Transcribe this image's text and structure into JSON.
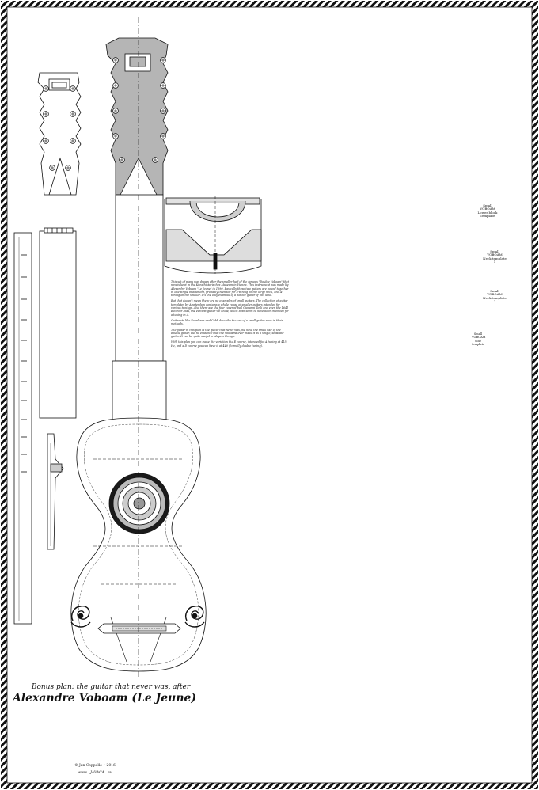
{
  "title": {
    "line1": "Bonus plan: the guitar that never was, after",
    "line2": "Alexandre Voboam (Le Jeune)"
  },
  "credit": {
    "copyright": "© Jan Coppelle • 2016",
    "website": "www . JAVACA . eu"
  },
  "notes": [
    "This set of plans was drawn after the smaller half of the famous \"Double Voboam\" that now is kept in the Kunsthistorisches Museum in Vienna. This instrument was made by Alexandre Voboam \"Le Jeune\" in 1690. Basically these two guitars are bound together in one single instrument, probably intended for 5-tuning on the large neck, and A-tuning on the smaller. It's the only example of a double guitar of this kind.",
    "But that doesn't mean there are no examples of small guitars. The collection of guitar templates by Amsterdam contains a whole range of smaller guitars intended for various tunings. Also there are the four covered ball Giovanni Tesli and even the 1641 Belchior Dias, the earliest guitar we know, which both seem to have been intended for a tuning in A.",
    "Guitarists like Fuenllana and Cobb describe the use of a small guitar seen in their methods.",
    "The guitar in this plan is the guitar that never was, we have the small half of the double guitar, but no evidence that the Voboams ever made it as a single, separate guitar. It can be quite useful to players though.",
    "With this plan you can make the variation the E course, intended for A tuning at 415 Hz, and a D course you can have it at 440 (formally double tuning)."
  ],
  "templates": [
    {
      "line1": "Small",
      "line2": "VOBOAM",
      "line3": "Lower block",
      "line4": "Template"
    },
    {
      "line1": "Small",
      "line2": "VOBOAM",
      "line3": "Neck template",
      "line4": "1"
    },
    {
      "line1": "Small",
      "line2": "VOBOAM",
      "line3": "Neck template",
      "line4": "2"
    },
    {
      "line1": "Small",
      "line2": "VOBOAM",
      "line3": "Side template",
      "line4": ""
    }
  ],
  "colors": {
    "line": "#1a1a1a",
    "head_fill": "#b5b5b5",
    "light_fill": "#e6e6e6",
    "mid_fill": "#cfcfcf",
    "dark_fill": "#555555",
    "border_inner": "#ffffff"
  },
  "icons": {
    "rosette": "rosette-icon",
    "tuning_peg": "peg-hole-icon",
    "ornament": "scroll-ornament-icon"
  }
}
